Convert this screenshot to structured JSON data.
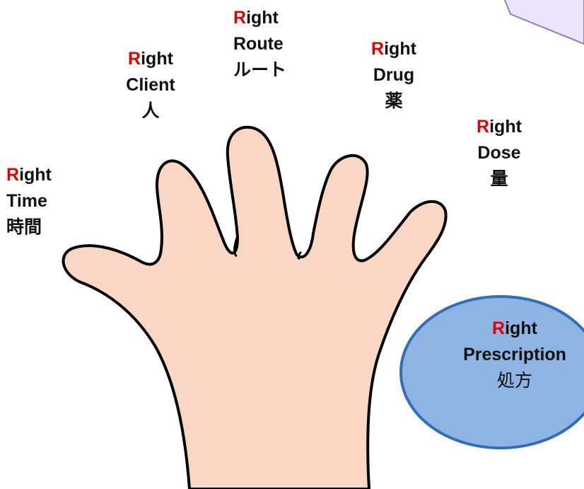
{
  "colors": {
    "accent_r": "#e00000",
    "skin": "#f9d7c4",
    "outline": "#000000",
    "ellipse_fill": "#8eb4e3",
    "ellipse_stroke": "#2e6fb7",
    "callout_fill": "#ece4f8",
    "callout_stroke": "#8e7cc3"
  },
  "labels": {
    "time": {
      "r": "R",
      "rest": "ight",
      "en": "Time",
      "jp": "時間"
    },
    "client": {
      "r": "R",
      "rest": "ight",
      "en": "Client",
      "jp": "人"
    },
    "route": {
      "r": "R",
      "rest": "ight",
      "en": "Route",
      "jp": "ルート"
    },
    "drug": {
      "r": "R",
      "rest": "ight",
      "en": "Drug",
      "jp": "薬"
    },
    "dose": {
      "r": "R",
      "rest": "ight",
      "en": "Dose",
      "jp": "量"
    },
    "prescription": {
      "r": "R",
      "rest": "ight",
      "en": "Prescription",
      "jp": "処方"
    }
  }
}
